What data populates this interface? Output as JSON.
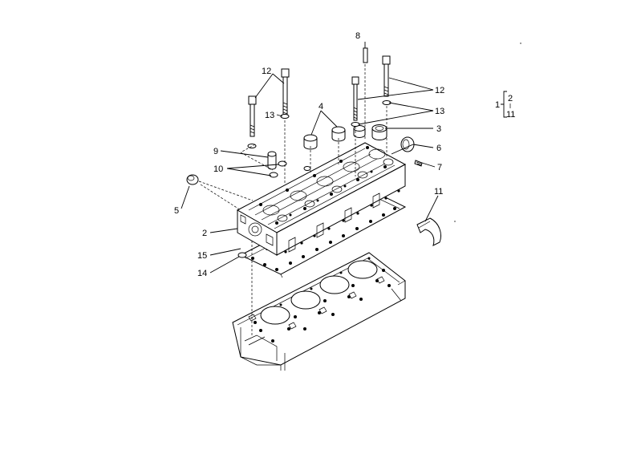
{
  "callouts": {
    "c1": "1",
    "c2": "2",
    "c3": "3",
    "c4": "4",
    "c5": "5",
    "c6": "6",
    "c7": "7",
    "c8": "8",
    "c9": "9",
    "c10": "10",
    "c11": "11",
    "c12a": "12",
    "c12b": "12",
    "c13a": "13",
    "c13b": "13",
    "c14": "14",
    "c15": "15"
  },
  "legend": {
    "parent": "1",
    "child_a": "2",
    "child_b": "11"
  }
}
